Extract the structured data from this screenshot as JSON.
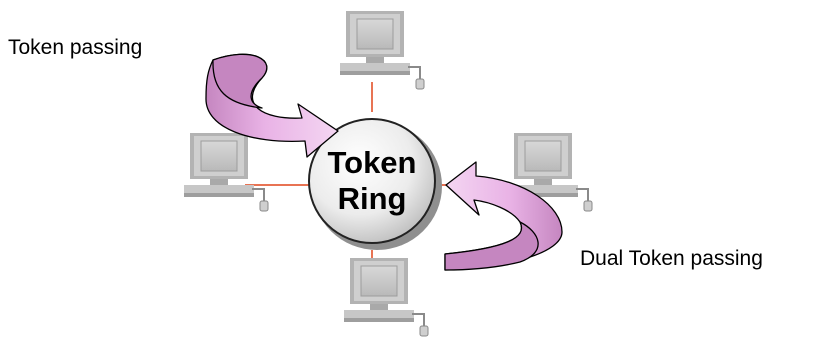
{
  "diagram": {
    "center_label_line1": "Token",
    "center_label_line2": "Ring",
    "label_token_passing": "Token passing",
    "label_dual_token_passing": "Dual Token passing"
  },
  "colors": {
    "link_line": "#e0451a",
    "arrow_fill": "#e9b3e6",
    "arrow_fill_dark": "#c586c0",
    "arrow_stroke": "#000000",
    "ring_fill": "#ececec",
    "ring_shadow": "#9a9a9a",
    "computer_body": "#c9c9c9",
    "computer_shade": "#8f8f8f"
  },
  "nodes": [
    {
      "name": "computer-top",
      "icon": "desktop-computer-icon"
    },
    {
      "name": "computer-left",
      "icon": "desktop-computer-icon"
    },
    {
      "name": "computer-right",
      "icon": "desktop-computer-icon"
    },
    {
      "name": "computer-bottom",
      "icon": "desktop-computer-icon"
    }
  ]
}
